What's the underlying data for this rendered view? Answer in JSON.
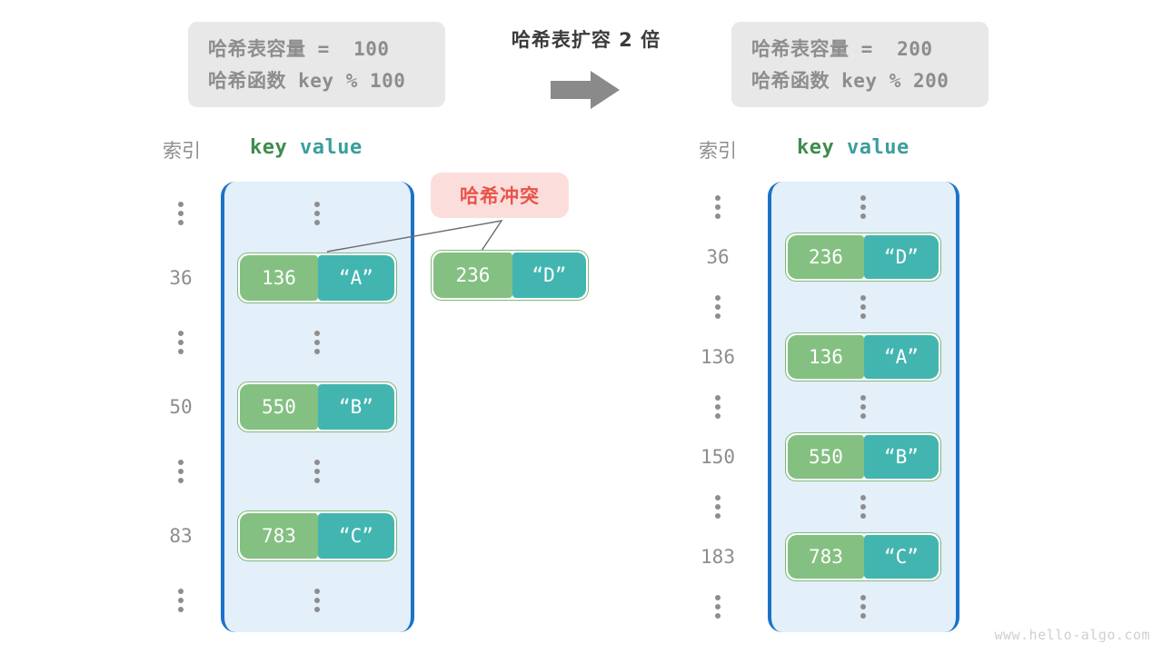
{
  "center": {
    "title": "哈希表扩容 2 倍",
    "arrow_icon": "arrow-right-icon"
  },
  "info_left": {
    "capacity_label": "哈希表容量",
    "capacity_value": " =  100",
    "function_label": "哈希函数",
    "function_value": " key % 100"
  },
  "info_right": {
    "capacity_label": "哈希表容量",
    "capacity_value": " =  200",
    "function_label": "哈希函数",
    "function_value": " key % 200"
  },
  "headers": {
    "index": "索引",
    "key": "key",
    "value": " value"
  },
  "collision": {
    "badge": "哈希冲突",
    "cell_key": "236",
    "cell_value": "“D”"
  },
  "left_table": {
    "rows": [
      {
        "type": "dots",
        "index": "",
        "key": "",
        "value": ""
      },
      {
        "type": "entry",
        "index": "36",
        "key": "136",
        "value": "“A”"
      },
      {
        "type": "dots",
        "index": "",
        "key": "",
        "value": ""
      },
      {
        "type": "entry",
        "index": "50",
        "key": "550",
        "value": "“B”"
      },
      {
        "type": "dots",
        "index": "",
        "key": "",
        "value": ""
      },
      {
        "type": "entry",
        "index": "83",
        "key": "783",
        "value": "“C”"
      },
      {
        "type": "dots",
        "index": "",
        "key": "",
        "value": ""
      }
    ]
  },
  "right_table": {
    "rows": [
      {
        "type": "dots",
        "index": "",
        "key": "",
        "value": ""
      },
      {
        "type": "entry",
        "index": "36",
        "key": "236",
        "value": "“D”"
      },
      {
        "type": "dots",
        "index": "",
        "key": "",
        "value": ""
      },
      {
        "type": "entry",
        "index": "136",
        "key": "136",
        "value": "“A”"
      },
      {
        "type": "dots",
        "index": "",
        "key": "",
        "value": ""
      },
      {
        "type": "entry",
        "index": "150",
        "key": "550",
        "value": "“B”"
      },
      {
        "type": "dots",
        "index": "",
        "key": "",
        "value": ""
      },
      {
        "type": "entry",
        "index": "183",
        "key": "783",
        "value": "“C”"
      },
      {
        "type": "dots",
        "index": "",
        "key": "",
        "value": ""
      }
    ]
  },
  "watermark": "www.hello-algo.com",
  "colors": {
    "key_cell": "#84c082",
    "value_cell": "#43b5b0",
    "bucket_fill": "#e3eff9",
    "bucket_border": "#1a73c8",
    "badge_bg": "#fbdedc",
    "badge_text": "#e8544a",
    "info_bg": "#e8e8e8",
    "muted_text": "#8d8d8d"
  }
}
